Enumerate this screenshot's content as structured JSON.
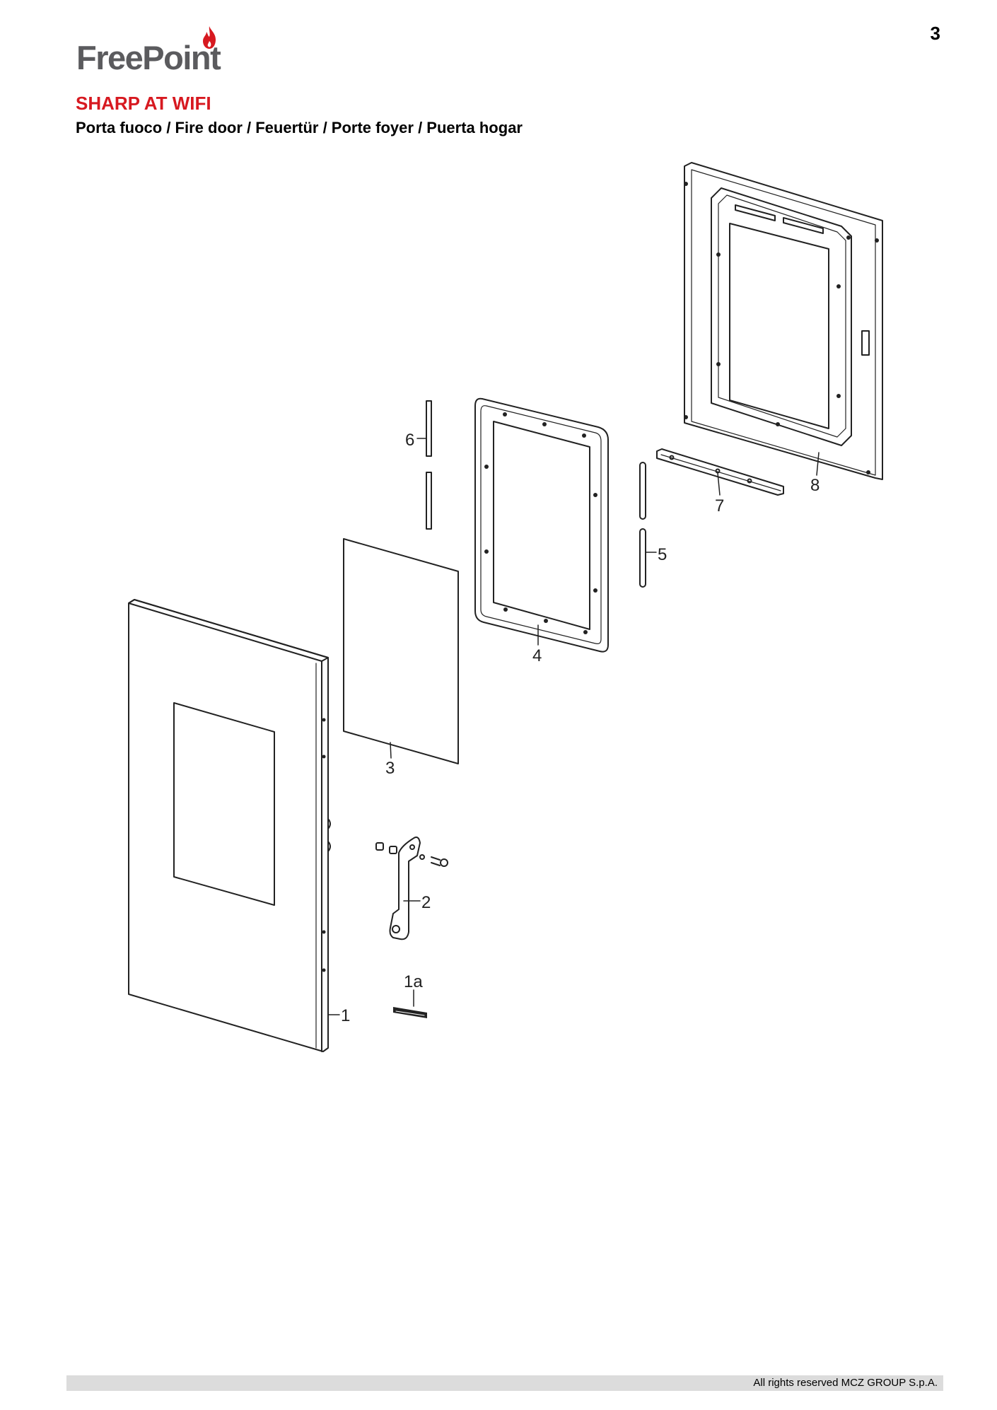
{
  "page": {
    "number": "3"
  },
  "brand": {
    "name": "FreePoint",
    "flame_icon": "flame-icon",
    "flame_color": "#d71920"
  },
  "document": {
    "model": "SHARP AT WIFI",
    "subtitle": "Porta fuoco / Fire door / Feuertür / Porte foyer / Puerta hogar"
  },
  "diagram": {
    "callouts": [
      "1",
      "1a",
      "2",
      "3",
      "4",
      "5",
      "6",
      "7",
      "8"
    ]
  },
  "footer": {
    "text": "All rights reserved MCZ GROUP S.p.A."
  },
  "colors": {
    "accent": "#d71920",
    "line": "#222222",
    "footer_bar": "#dcdcdc"
  }
}
